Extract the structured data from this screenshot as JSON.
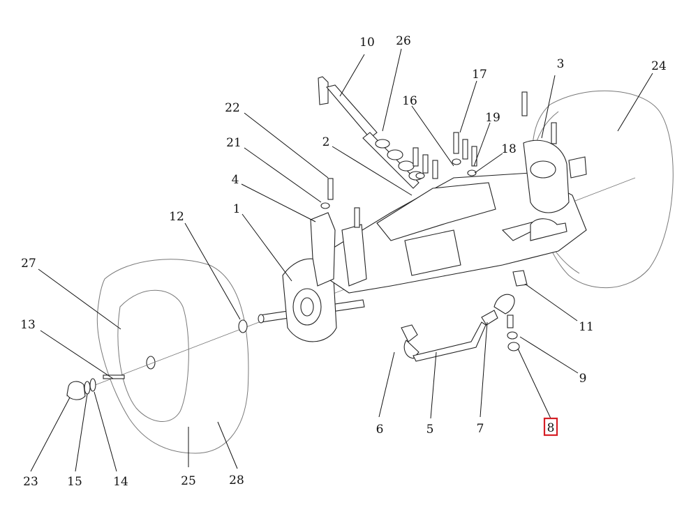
{
  "diagram": {
    "highlight_color": "#d61f26",
    "highlighted_callout": "8",
    "callouts": [
      "1",
      "2",
      "3",
      "4",
      "5",
      "6",
      "7",
      "8",
      "9",
      "10",
      "11",
      "12",
      "13",
      "14",
      "15",
      "16",
      "17",
      "18",
      "19",
      "21",
      "22",
      "23",
      "24",
      "25",
      "26",
      "27",
      "28"
    ]
  }
}
